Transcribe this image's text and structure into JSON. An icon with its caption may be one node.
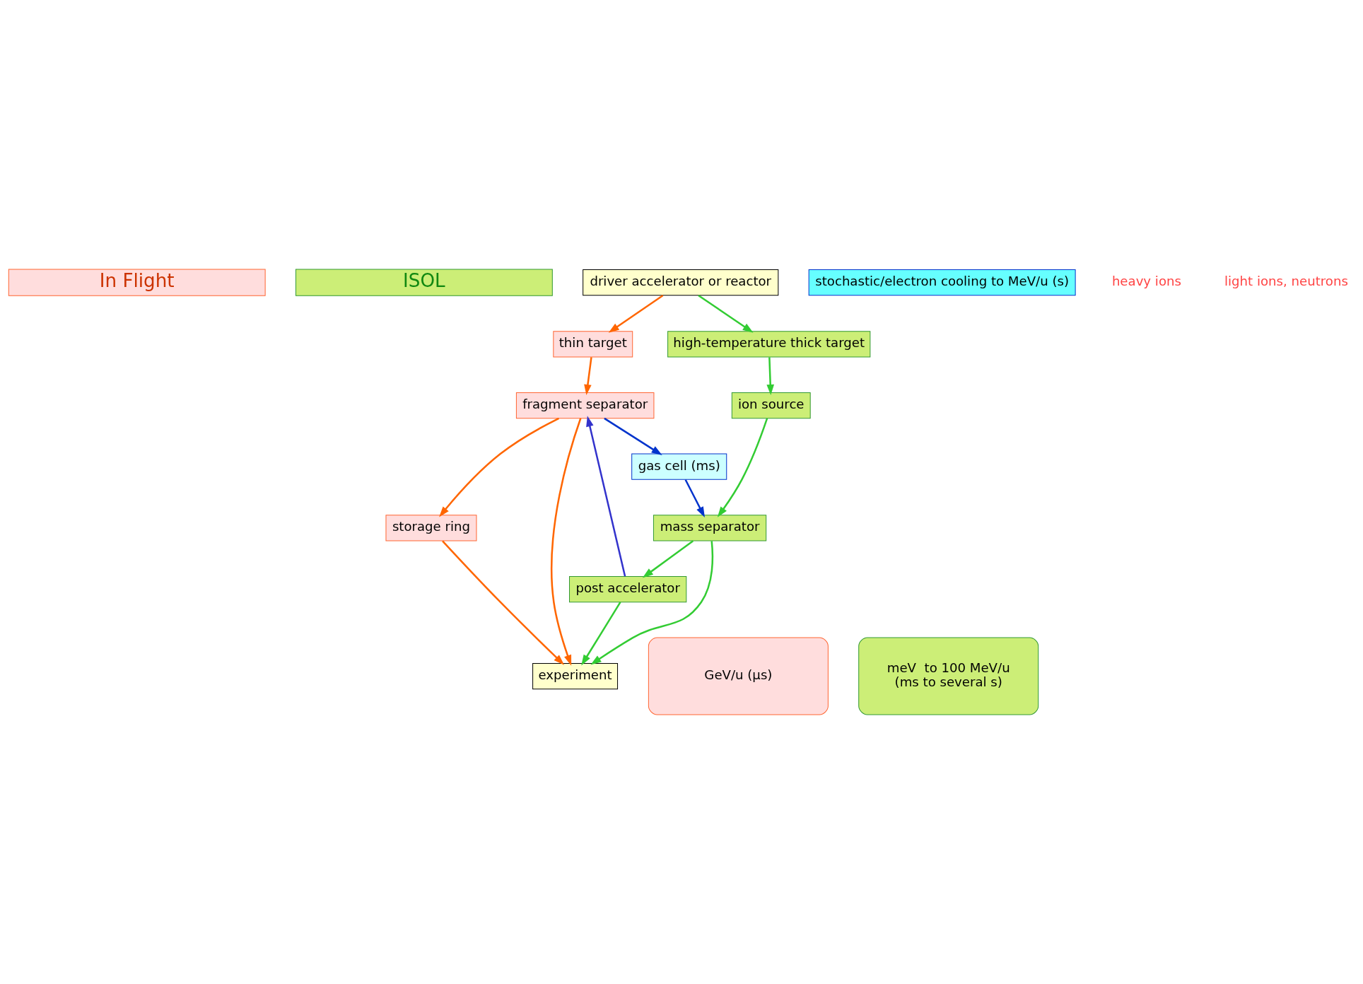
{
  "diagram": {
    "nodes": [
      {
        "text": [
          "In Flight"
        ]
      },
      {
        "text": [
          "ISOL"
        ]
      },
      {
        "text": [
          "driver accelerator or reactor"
        ]
      },
      {
        "text": [
          "thin target"
        ]
      },
      {
        "text": [
          "high-temperature thick target"
        ]
      },
      {
        "text": [
          "fragment separator"
        ]
      },
      {
        "text": [
          "gas cell (ms)"
        ]
      },
      {
        "text": [
          "ion source"
        ]
      },
      {
        "text": [
          "mass separator"
        ]
      },
      {
        "text": [
          "storage ring"
        ]
      },
      {
        "text": [
          "post accelerator"
        ]
      },
      {
        "text": [
          "stochastic/electron cooling to MeV/u (s)"
        ]
      },
      {
        "text": [
          "GeV/u (µs)"
        ]
      },
      {
        "text": [
          "experiment"
        ]
      },
      {
        "text": [
          "meV  to 100 MeV/u",
          "(ms to several s)"
        ]
      }
    ],
    "edges": [
      {
        "from": 2,
        "to": 3,
        "arrow": "to",
        "color": "#ff6600"
      },
      {
        "from": 2,
        "to": 4,
        "arrow": "to"
      },
      {
        "from": 3,
        "to": 5,
        "arrow": "to",
        "color": "#ff6600"
      },
      {
        "from": 4,
        "to": 7,
        "arrow": "to"
      },
      {
        "from": 5,
        "to": 6,
        "arrow": "to",
        "color": "#0033cc"
      },
      {
        "from": 6,
        "to": 8,
        "arrow": "to",
        "color": "#0033cc"
      },
      {
        "from": 7,
        "to": 8,
        "arrow": "to"
      },
      {
        "from": 5,
        "to": 9,
        "arrow": "to",
        "color": "#ff6600"
      },
      {
        "from": 8,
        "to": 10,
        "arrow": "to"
      },
      {
        "from": 10,
        "to": 5,
        "arrow": "to",
        "color": "#3333cc"
      },
      {
        "from": 5,
        "to": 13,
        "arrow": "to",
        "color": "#ff6600"
      },
      {
        "from": 9,
        "to": 13,
        "arrow": "to",
        "color": "#ff6600"
      },
      {
        "from": 8,
        "to": 13,
        "arrow": "to"
      },
      {
        "from": 10,
        "to": 13,
        "arrow": "to"
      }
    ],
    "labels": [
      "heavy ions",
      "light ions, neutrons"
    ]
  }
}
